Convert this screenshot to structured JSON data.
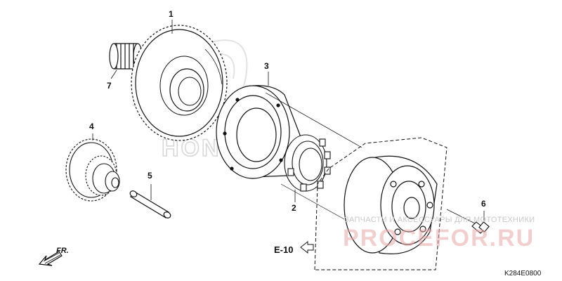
{
  "diagram": {
    "callouts": [
      {
        "id": "1",
        "label": "1"
      },
      {
        "id": "2",
        "label": "2"
      },
      {
        "id": "3",
        "label": "3"
      },
      {
        "id": "4",
        "label": "4"
      },
      {
        "id": "5",
        "label": "5"
      },
      {
        "id": "6",
        "label": "6"
      },
      {
        "id": "7",
        "label": "7"
      }
    ],
    "reference": "E-10",
    "direction": "FR.",
    "diagram_code": "K284E0800"
  },
  "watermark": {
    "text": "ЗАПЧАСТИ И АКСЕССУАРЫ ДЛЯ МОТОТЕХНИКИ",
    "logo": "PROCEFOR.RU",
    "brand": "HONDA"
  },
  "colors": {
    "line": "#111111",
    "watermark_gray": "#c8c8c8",
    "watermark_red": "#e9a8a8"
  }
}
